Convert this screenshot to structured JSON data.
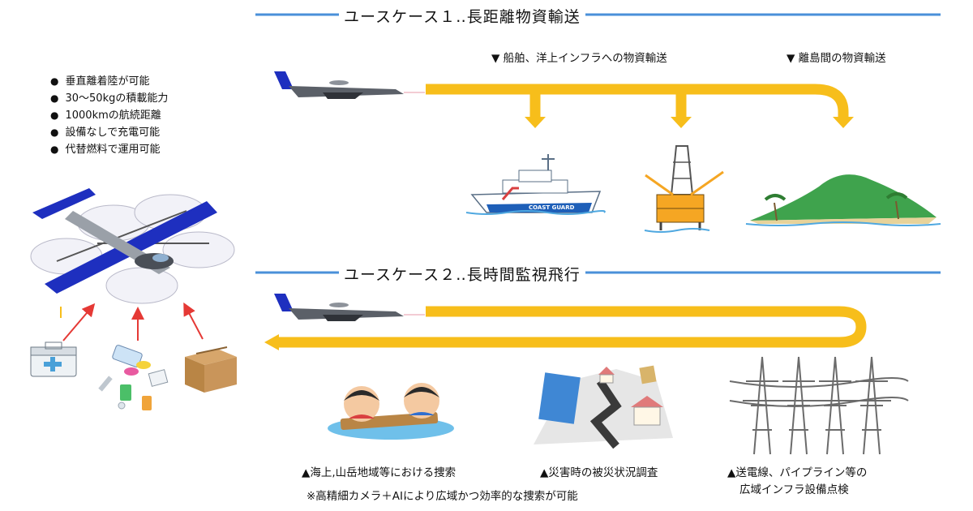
{
  "features": [
    "垂直離着陸が可能",
    "30～50kgの積載能力",
    "1000kmの航続距離",
    "設備なしで充電可能",
    "代替燃料で運用可能"
  ],
  "usecase1": {
    "title": "ユースケース１‥長距離物資輸送",
    "destinations": [
      "▼ 船舶、洋上インフラへの物資輸送",
      "▼ 離島間の物資輸送"
    ],
    "coast_guard_text": "COAST GUARD"
  },
  "usecase2": {
    "title": "ユースケース２‥長時間監視飛行",
    "missions": {
      "search": "▲海上,山岳地域等における捜索",
      "disaster": "▲災害時の被災状況調査",
      "infra_line1": "▲送電線、パイプライン等の",
      "infra_line2": "広域インフラ設備点検"
    },
    "footnote": "※高精細カメラ＋AIにより広域かつ効率的な捜索が可能"
  },
  "colors": {
    "route": "#F7BE1B",
    "divider": "#4A90D9",
    "drone_wing": "#1E2FBF",
    "arrow_red": "#E53935",
    "sea": "#4FA8E0",
    "island": "#3FA34D"
  }
}
